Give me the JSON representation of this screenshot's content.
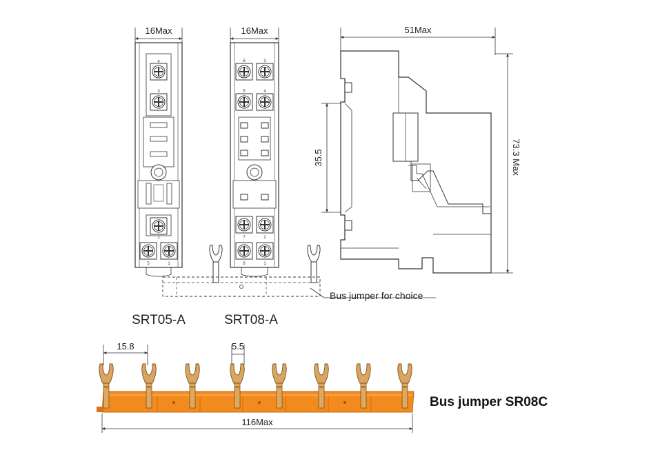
{
  "dimensions": {
    "srt05_width": "16Max",
    "srt08_width": "16Max",
    "side_depth": "51Max",
    "side_height": "73.3 Max",
    "rail_height": "35.5",
    "jumper_pitch": "15.8",
    "jumper_fork": "5.5",
    "jumper_length": "116Max"
  },
  "labels": {
    "srt05": "SRT05-A",
    "srt08": "SRT08-A",
    "bus_jumper_choice": "Bus jumper for choice",
    "bus_jumper_title": "Bus jumper  SR08C"
  },
  "terminals": {
    "srt05": [
      "4",
      "3",
      "2",
      "5",
      "1"
    ],
    "srt08": [
      "6",
      "3",
      "5",
      "4",
      "7",
      "2",
      "8",
      "1"
    ]
  },
  "colors": {
    "jumper_body": "#f28a1e",
    "jumper_shadow": "#d97418",
    "terminal_brass": "#d9a560",
    "line": "#333333"
  }
}
